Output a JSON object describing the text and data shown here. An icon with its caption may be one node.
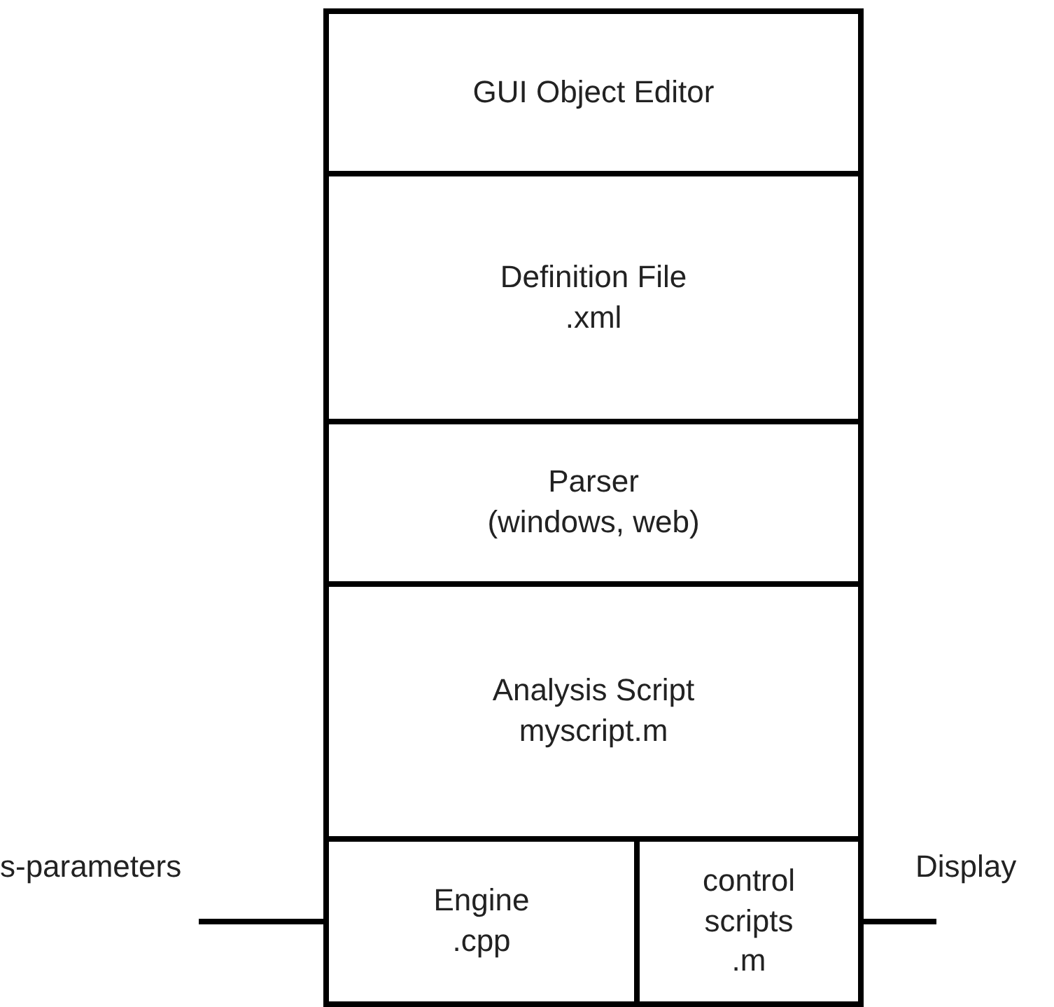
{
  "diagram": {
    "nodes": [
      {
        "text": [
          "GUI Object Editor"
        ]
      },
      {
        "text": [
          "Definition File",
          ".xml"
        ]
      },
      {
        "text": [
          "Parser",
          "(windows, web)"
        ]
      },
      {
        "text": [
          "Analysis Script",
          "myscript.m"
        ]
      },
      {
        "text": [
          "Engine",
          ".cpp"
        ]
      },
      {
        "text": [
          "control scripts",
          ".m"
        ]
      }
    ],
    "edges": [
      {
        "from": null,
        "to": 4,
        "arrow": "none"
      },
      {
        "from": 5,
        "to": null,
        "arrow": "none"
      }
    ],
    "labels": [
      "s-parameters",
      "Display"
    ]
  }
}
